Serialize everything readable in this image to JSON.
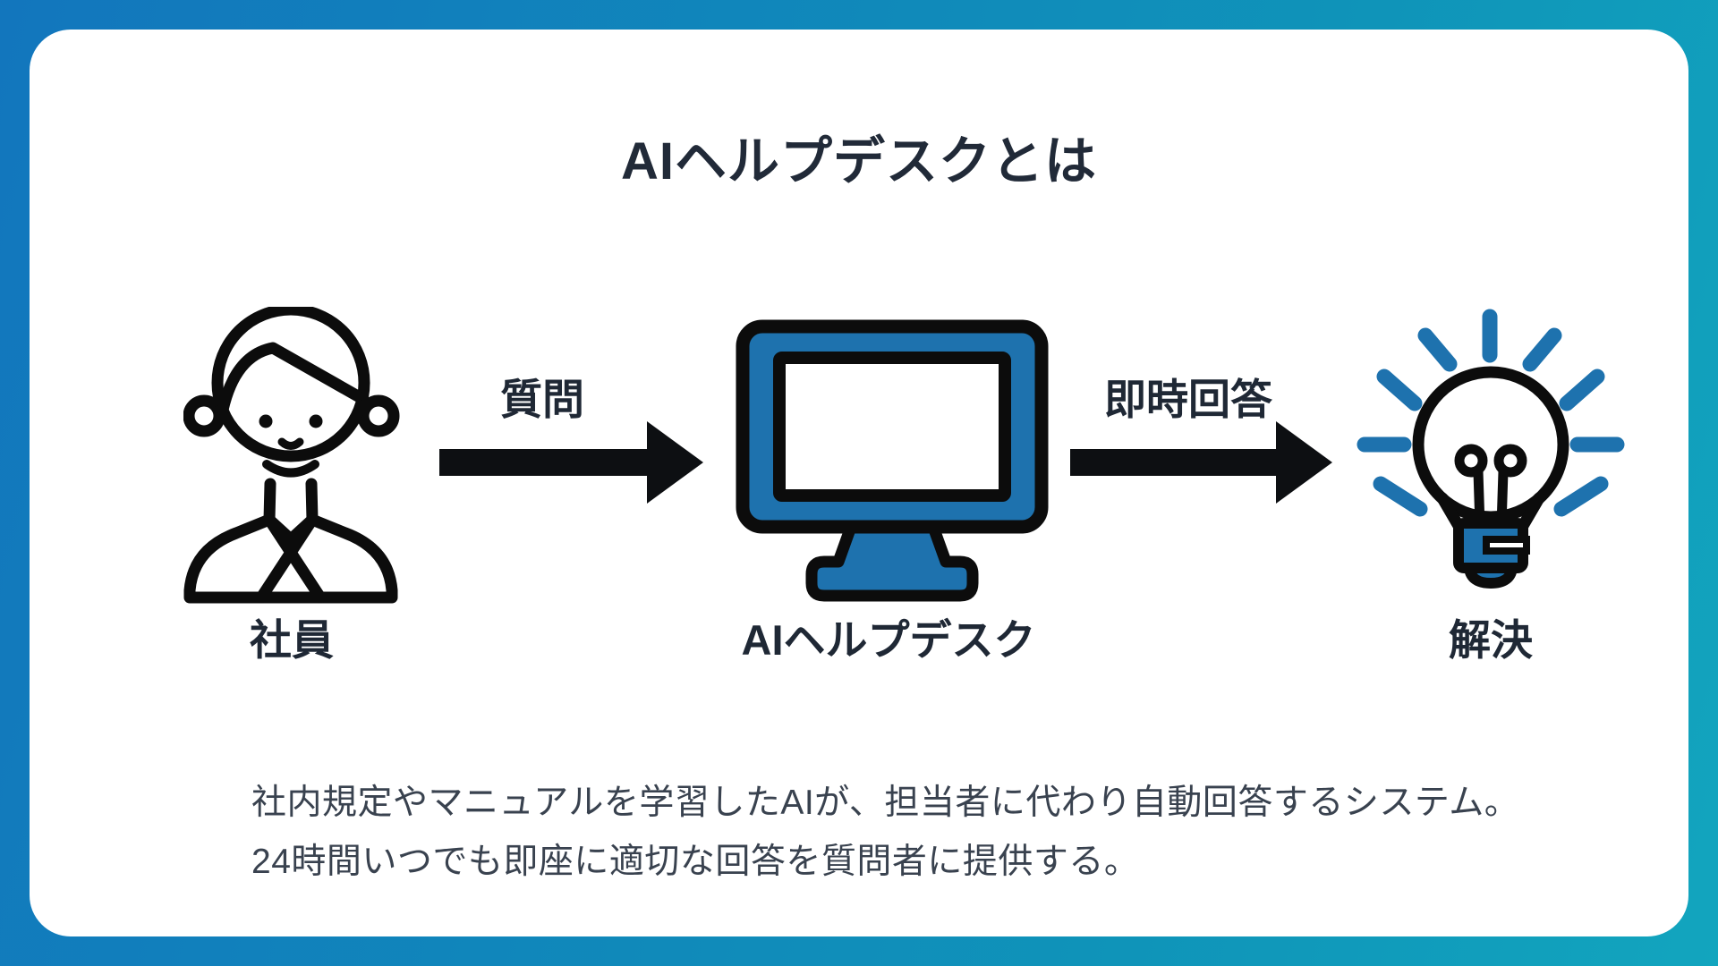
{
  "slide": {
    "title": "AIヘルプデスクとは",
    "description_line1": "社内規定やマニュアルを学習したAIが、担当者に代わり自動回答するシステム。",
    "description_line2": "24時間いつでも即座に適切な回答を質問者に提供する。"
  },
  "flow": {
    "nodes": [
      {
        "id": "employee",
        "label": "社員",
        "icon": "person-icon"
      },
      {
        "id": "ai-helpdesk",
        "label": "AIヘルプデスク",
        "icon": "monitor-icon"
      },
      {
        "id": "solution",
        "label": "解決",
        "icon": "lightbulb-icon"
      }
    ],
    "arrows": [
      {
        "id": "question",
        "label": "質問"
      },
      {
        "id": "instant-answer",
        "label": "即時回答"
      }
    ]
  },
  "colors": {
    "background_gradient_start": "#1276BD",
    "background_gradient_end": "#12A5BE",
    "card_background": "#FFFFFF",
    "icon_accent_blue": "#1E72AE",
    "outline_black": "#0C0C0C",
    "arrow_black": "#0D0F12",
    "heading_text": "#212A38",
    "body_text": "#39424F"
  }
}
